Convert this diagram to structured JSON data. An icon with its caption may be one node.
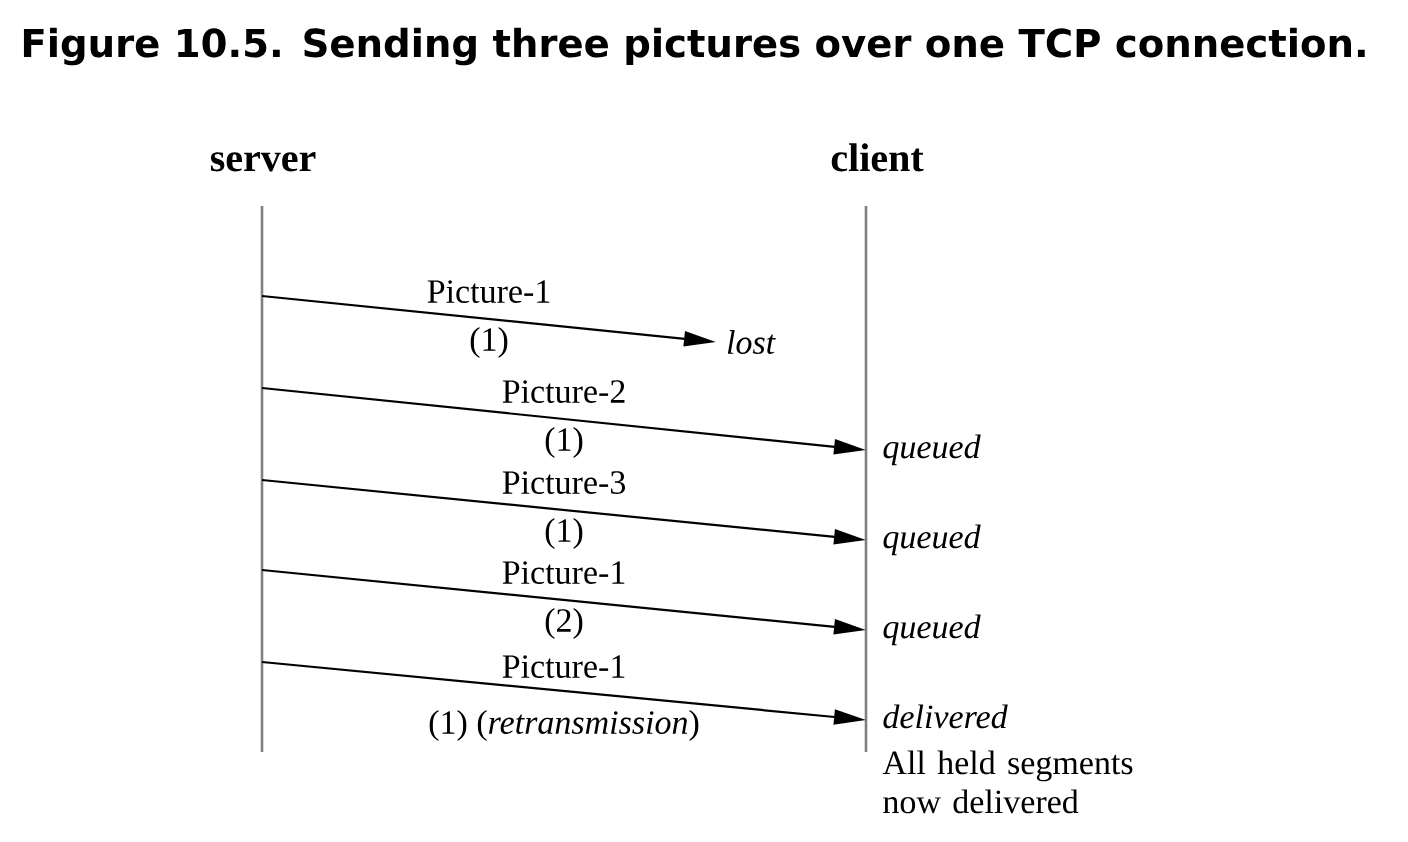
{
  "diagram": {
    "title": "Figure 10.5. Sending three pictures over one TCP connection.",
    "nodes": [
      {
        "text": [
          "server"
        ]
      },
      {
        "text": [
          "client"
        ]
      },
      {
        "text": [
          "lost"
        ]
      }
    ],
    "edges": [
      {
        "from": 0,
        "to": 2,
        "arrow": "to",
        "label": "Picture-1 (1)"
      },
      {
        "from": 0,
        "to": 1,
        "arrow": "to",
        "label": "Picture-2 (1)"
      },
      {
        "from": 0,
        "to": 1,
        "arrow": "to",
        "label": "Picture-3 (1)"
      },
      {
        "from": 0,
        "to": 1,
        "arrow": "to",
        "label": "Picture-1 (2)"
      },
      {
        "from": 0,
        "to": 1,
        "arrow": "to",
        "label": "Picture-1 (1) (*retransmission*)"
      }
    ],
    "labels": [
      "queued",
      "queued",
      "queued",
      "delivered",
      "All held segments now delivered"
    ]
  }
}
